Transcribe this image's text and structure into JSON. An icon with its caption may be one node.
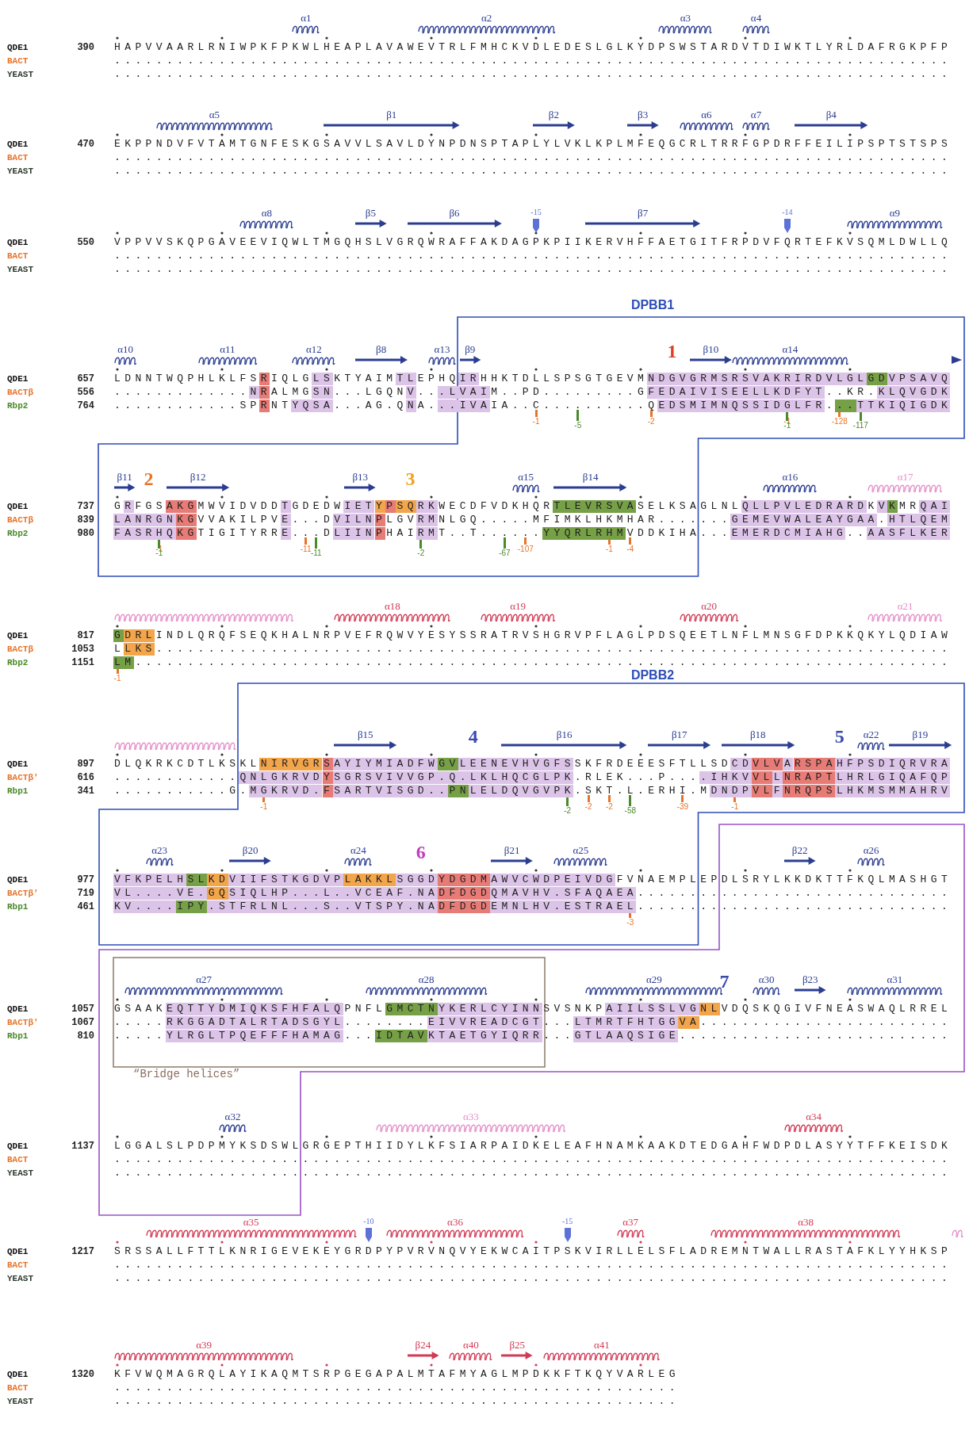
{
  "diagram": {
    "nodes": [
      {
        "text": [
          "DPBB1"
        ]
      },
      {
        "text": [
          "DPBB2"
        ]
      },
      {
        "text": [],
        "shape": "box"
      },
      {
        "text": [
          "“Bridge helices”"
        ],
        "in": 2
      }
    ],
    "labels": [
      "α1",
      "α2",
      "α3",
      "α4",
      "QDE1",
      "390",
      "HAPVVAARLRNIWPKFPKWLHEAPLAVAWEVTRLFMHCKVDLEDESLGLKYDPSWSTARDVTDIWKTLYRLDAFRGKPFP",
      "BACT",
      "................................................................................",
      "YEAST",
      "................................................................................",
      "α5",
      "β1",
      "β2",
      "β3",
      "α6",
      "α7",
      "β4",
      "QDE1",
      "470",
      "EKPPNDVFVTAMTGNFESKGSAVVLSAVLDYNPDNSPTAPLYLVKLKPLMFEQGCRLTRRFGPDRFFEILIPSPTSTSPS",
      "BACT",
      "................................................................................",
      "YEAST",
      "................................................................................",
      "α8",
      "β5",
      "β6",
      "-15",
      "β7",
      "-14",
      "α9",
      "QDE1",
      "550",
      "VPPVVSKQPGAVEEVIQWLTMGQHSLVGRQWRAFFAKDAGPKPIIKERVHFFAETGITFRPDVFQRTEFKVSQMLDWLLQ",
      "BACT",
      "................................................................................",
      "YEAST",
      "................................................................................",
      "α10",
      "α11",
      "α12",
      "β8",
      "α13",
      "β9",
      "1",
      "β10",
      "α14",
      "QDE1",
      "657",
      "LDNNTWQPHLKLFSRIQLGLSKTYAIMTLEPHQIRHHKTDLLSPSGTGEVMNDGVGRMSRSVAKRIRDVLGLGDVPSAVQ",
      "BACTβ",
      "556",
      ".............NRALMGSN...LGQNV...LVAIM..PD.........GFEDAIVISEELLKDFYT..KR.KLQVGDK",
      "Rbp2",
      "764",
      "............SPRNTYQSA...AG.QNA...IVAIA..C..........QEDSMIMNQSSIDGLFR...TTKIQIGDK",
      "-1",
      "-5",
      "-2",
      "-1",
      "-1",
      "-128",
      "-117",
      "β11",
      "2",
      "β12",
      "β13",
      "3",
      "α15",
      "β14",
      "α16",
      "α17",
      "QDE1",
      "737",
      "GRFGSAKGMWVIDVDDTGDEDWIETYPSQRKWECDFVDKHQRTLEVRSVASELKSAGLNLQLLPVLEDRARDKVKMRQAI",
      "BACTβ",
      "839",
      "LANRGNKGVVAKILPVE...DVILNPLGVRMNLGQ.....MFIMKLHKMHAR.......GEMEVWALEAYGAA.HTLQEM",
      "Rbp2",
      "980",
      "FASRHQKGTIGITYRRE...DLIINPHAIRMT..T......YYQRLRHMVDDKIHA...EMERDCMIAHG..AASFLKER",
      "-1",
      "-1",
      "-11",
      "-11",
      "-2",
      "-67",
      "-107",
      "-1",
      "-4",
      "α18",
      "α19",
      "α20",
      "α21",
      "QDE1",
      "817",
      "GDRLINDLQRQFSEQKHALNRPVEFRQWVYESYSSRATRVSHGRVPFLAGLPDSQEETLNFLMNSGFDPKKQKYLQDIAW",
      "BACTβ",
      "1053",
      "LLKS............................................................................",
      "Rbp2",
      "1151",
      "LM..............................................................................",
      "-1",
      "β15",
      "4",
      "β16",
      "β17",
      "β18",
      "5",
      "α22",
      "β19",
      "QDE1",
      "897",
      "DLQKRKCDTLKSKLNIRVGRSAYIYMIADFWGVLEENEVHVGFSSKFRDEEESFTLLSDCDVLVARSPAHFPSDIQRVRA",
      "BACTβ′",
      "616",
      "............QNLGKRVDYSGRSVIVVGP.Q.LKLHQCGLPK.RLEK...P....IHKVVLLNRAPTLHRLGIQAFQP",
      "Rbp1",
      "341",
      "...........G.MGKRVD.FSARTVISGD..PNLELDQVGVPK.SKT.L.ERHI.MDNDPVLFNRQPSLHKMSMMAHRV",
      "-1",
      "-2",
      "-2",
      "-2",
      "-58",
      "-39",
      "-1",
      "α23",
      "β20",
      "α24",
      "6",
      "β21",
      "α25",
      "β22",
      "α26",
      "QDE1",
      "977",
      "VFKPELHSLKDVIIFSTKGDVPLAKKLSGGDYDGDMAWVCWDPEIVDGFVNAEMPLEPDLSRYLKKDKTTFKQLMASHGT",
      "BACTβ′",
      "719",
      "VL....VE.GQSIQLHP...L..VCEAF.NADFDGDQMAVHV.SFAQAEA..............................",
      "Rbp1",
      "461",
      "KV....IPY.STFRLNL...S..VTSPY.NADFDGDEMNLHV.ESTRAEL..............................",
      "-3",
      "α27",
      "α28",
      "α29",
      "7",
      "α30",
      "β23",
      "α31",
      "QDE1",
      "1057",
      "GSAAKEQTTYDMIQKSFHFALQPNFLGMCTNYKERLCYINNSVSNKPAIILSSLVGNLVDQSKQGIVFNEASWAQLRREL",
      "BACTβ′",
      "1067",
      ".....RKGGADTALRTADSGYL........EIVVREADCGT...LTMRTFHTGGVA........................",
      "Rbp1",
      "810",
      ".....YLRGLTPQEFFFHAMAG...IDTAVKTAETGYIQRR...GTLAAQSIGE..........................",
      "α32",
      "α33",
      "α34",
      "QDE1",
      "1137",
      "LGGALSLPDPMYKSDSWLGRGEPTHIIDYLKFSIARPAIDKELEAFHNAMKAAKDTEDGAHFWDPDLASYYTFFKEISDK",
      "BACT",
      "................................................................................",
      "YEAST",
      "................................................................................",
      "α35",
      "-10",
      "α36",
      "-15",
      "α37",
      "α38",
      "QDE1",
      "1217",
      "SRSSALLFTTLKNRIGEVEKEYGRDPYPVRVNQVYEKWCAITPSKVIRLLELSFLADREMNTWALLRASTAFKLYYHKSP",
      "BACT",
      "................................................................................",
      "YEAST",
      "................................................................................",
      "α39",
      "β24",
      "α40",
      "β25",
      "α41",
      "QDE1",
      "1320",
      "KFVWQMAGRQLAYIKAQMTSRPGEGAPALMTAFMYAGLMPDKKFTKQYVARLEG",
      "BACT",
      "......................................................",
      "YEAST",
      "......................................................"
    ]
  }
}
